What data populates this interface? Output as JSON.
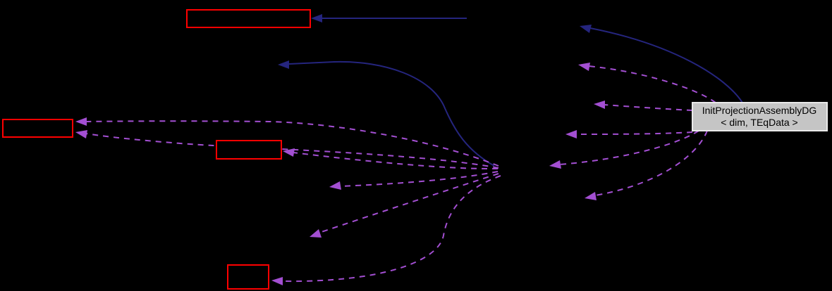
{
  "diagram_type": "class-collaboration-graph",
  "colors": {
    "background": "#000000",
    "node_border": "#ff0000",
    "node_fill": "#000000",
    "highlight_fill": "#c5c5c5",
    "highlight_border": "#e9e9e9",
    "highlight_text": "#000000",
    "inheritance_edge": "#25257e",
    "usage_edge": "#a34fd2"
  },
  "highlight_node": {
    "line1": "InitProjectionAssemblyDG",
    "line2": "< dim, TEqData >"
  }
}
